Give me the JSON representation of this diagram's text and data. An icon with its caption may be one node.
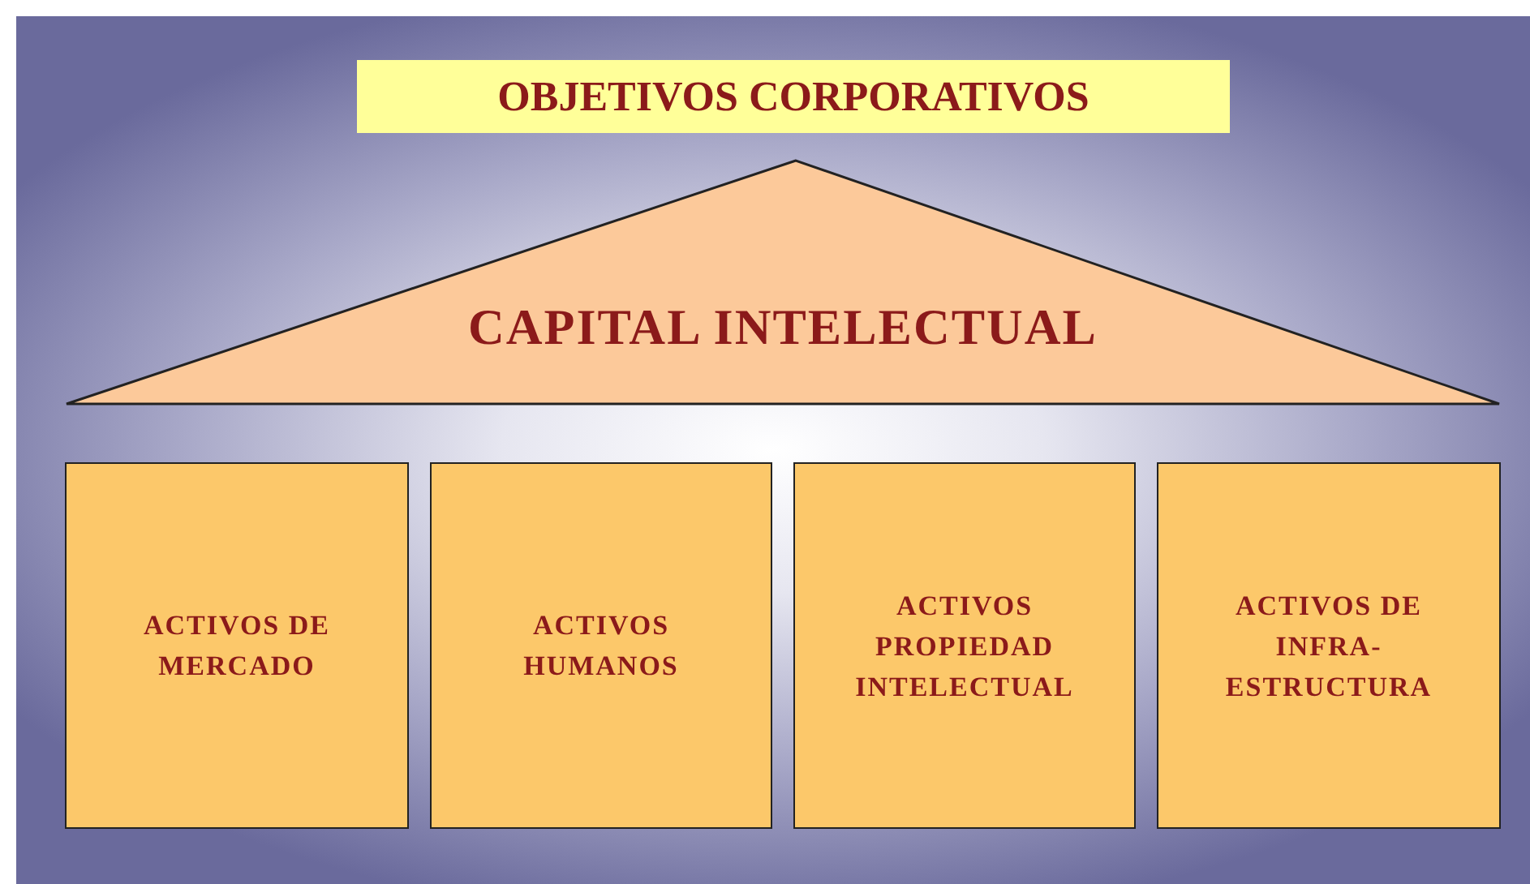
{
  "diagram": {
    "nodes": [
      {
        "text": [
          "OBJETIVOS CORPORATIVOS"
        ]
      },
      {
        "text": [
          "CAPITAL INTELECTUAL"
        ]
      },
      {
        "text": [
          "ACTIVOS DE MERCADO"
        ]
      },
      {
        "text": [
          "ACTIVOS HUMANOS"
        ]
      },
      {
        "text": [
          "ACTIVOS PROPIEDAD INTELECTUAL"
        ]
      },
      {
        "text": [
          "ACTIVOS DE INFRA- ESTRUCTURA"
        ]
      }
    ],
    "edges": []
  }
}
